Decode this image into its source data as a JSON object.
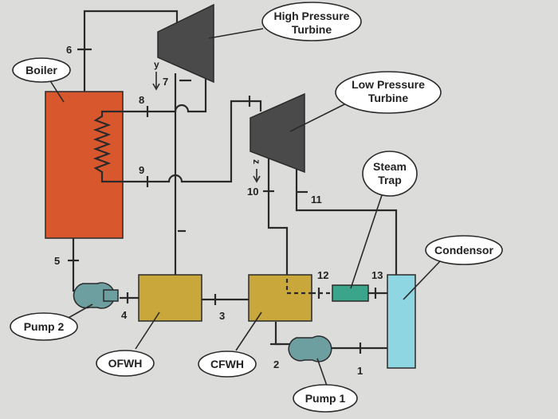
{
  "labels": {
    "boiler": "Boiler",
    "hp_turbine": [
      "High Pressure",
      "Turbine"
    ],
    "lp_turbine": [
      "Low Pressure",
      "Turbine"
    ],
    "steam_trap": [
      "Steam",
      "Trap"
    ],
    "condensor": "Condensor",
    "pump2": "Pump 2",
    "pump1": "Pump 1",
    "ofwh": "OFWH",
    "cfwh": "CFWH"
  },
  "state_points": [
    "1",
    "2",
    "3",
    "4",
    "5",
    "6",
    "7",
    "8",
    "9",
    "10",
    "11",
    "12",
    "13"
  ],
  "extraction_fractions": {
    "y": "y",
    "z": "z"
  },
  "colors": {
    "background": "#dcdcda",
    "boiler": "#d9572c",
    "turbine": "#4a4a4a",
    "heater": "#c9a73a",
    "pump": "#6d9ea0",
    "steam_trap": "#3aa58a",
    "condensor": "#8fd6e3",
    "pipe": "#2a2a2a"
  }
}
